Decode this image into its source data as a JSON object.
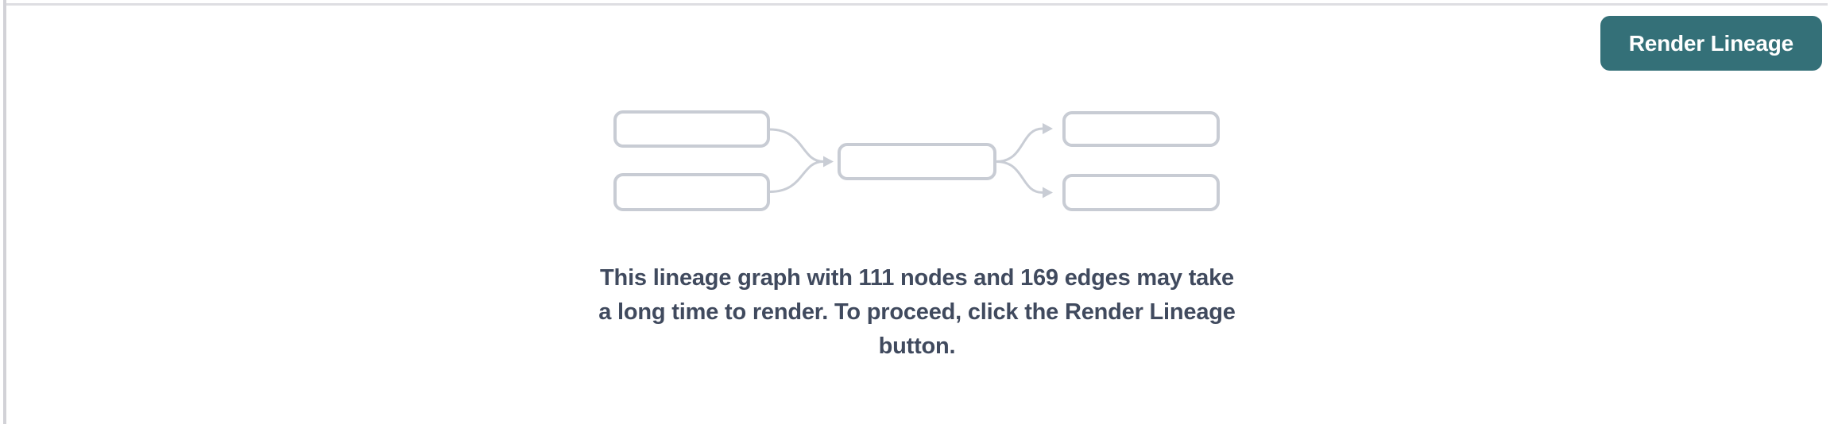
{
  "button": {
    "label": "Render Lineage"
  },
  "message": {
    "lines": [
      "This lineage graph with 111 nodes and 169 edges may take",
      "a long time to render. To proceed, click the Render Lineage",
      "button."
    ],
    "full_text": "This lineage graph with 111 nodes and 169 edges may take a long time to render. To proceed, click the Render Lineage button.",
    "node_count": 111,
    "edge_count": 169
  },
  "icons": {
    "placeholder": "lineage-graph-icon"
  },
  "colors": {
    "accent": "#347078",
    "button_text": "#ffffff",
    "message_text": "#404a5e",
    "node_border": "#c8ccd4",
    "edge_stroke": "#c9cdd5",
    "panel_border": "#d2d2d7",
    "panel_top_border": "#dedee2",
    "background": "#ffffff"
  }
}
